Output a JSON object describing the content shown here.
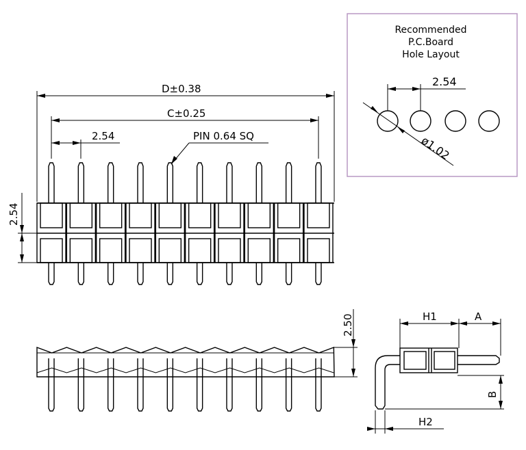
{
  "front_view": {
    "pin_count": 10,
    "dim_d": "D±0.38",
    "dim_c": "C±0.25",
    "dim_pitch": "2.54",
    "dim_row_pitch": "2.54",
    "pin_note": "PIN 0.64 SQ"
  },
  "top_view": {
    "dim_height": "2.50"
  },
  "side_view": {
    "dim_h1": "H1",
    "dim_a": "A",
    "dim_b": "B",
    "dim_h2": "H2"
  },
  "layout_box": {
    "title_line1": "Recommended",
    "title_line2": "P.C.Board",
    "title_line3": "Hole Layout",
    "dim_pitch": "2.54",
    "dim_hole": "ø1.02"
  },
  "colors": {
    "line": "#000000",
    "layout_box_border": "#b998c4"
  }
}
